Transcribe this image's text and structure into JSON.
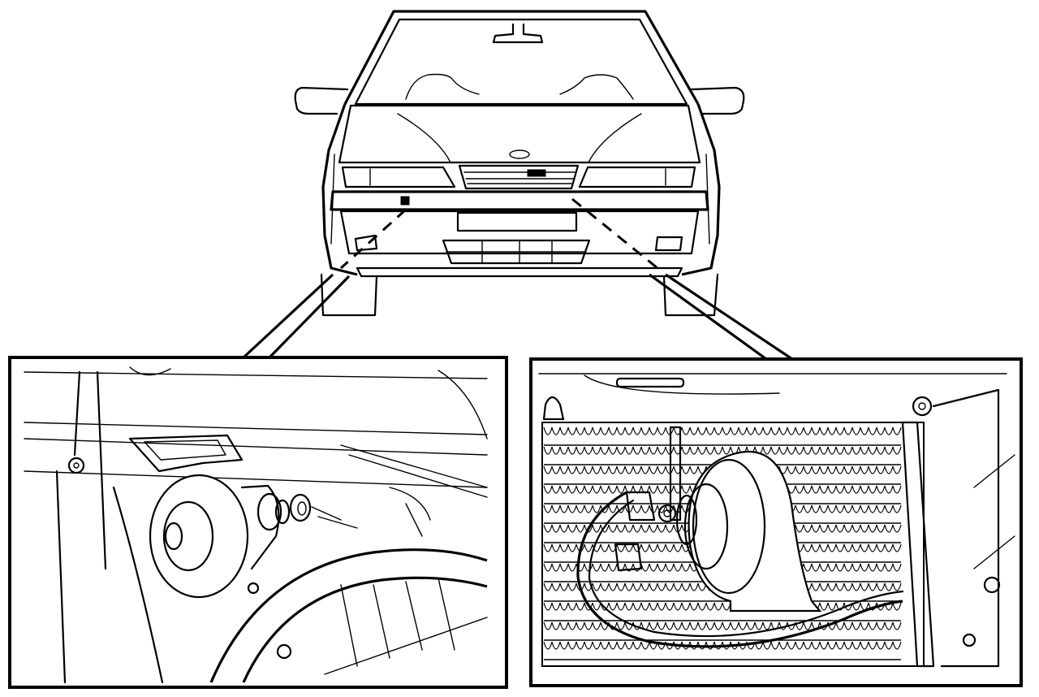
{
  "figure": {
    "panels": [
      "car-front-view",
      "detail-left-horn",
      "detail-right-horn"
    ]
  }
}
